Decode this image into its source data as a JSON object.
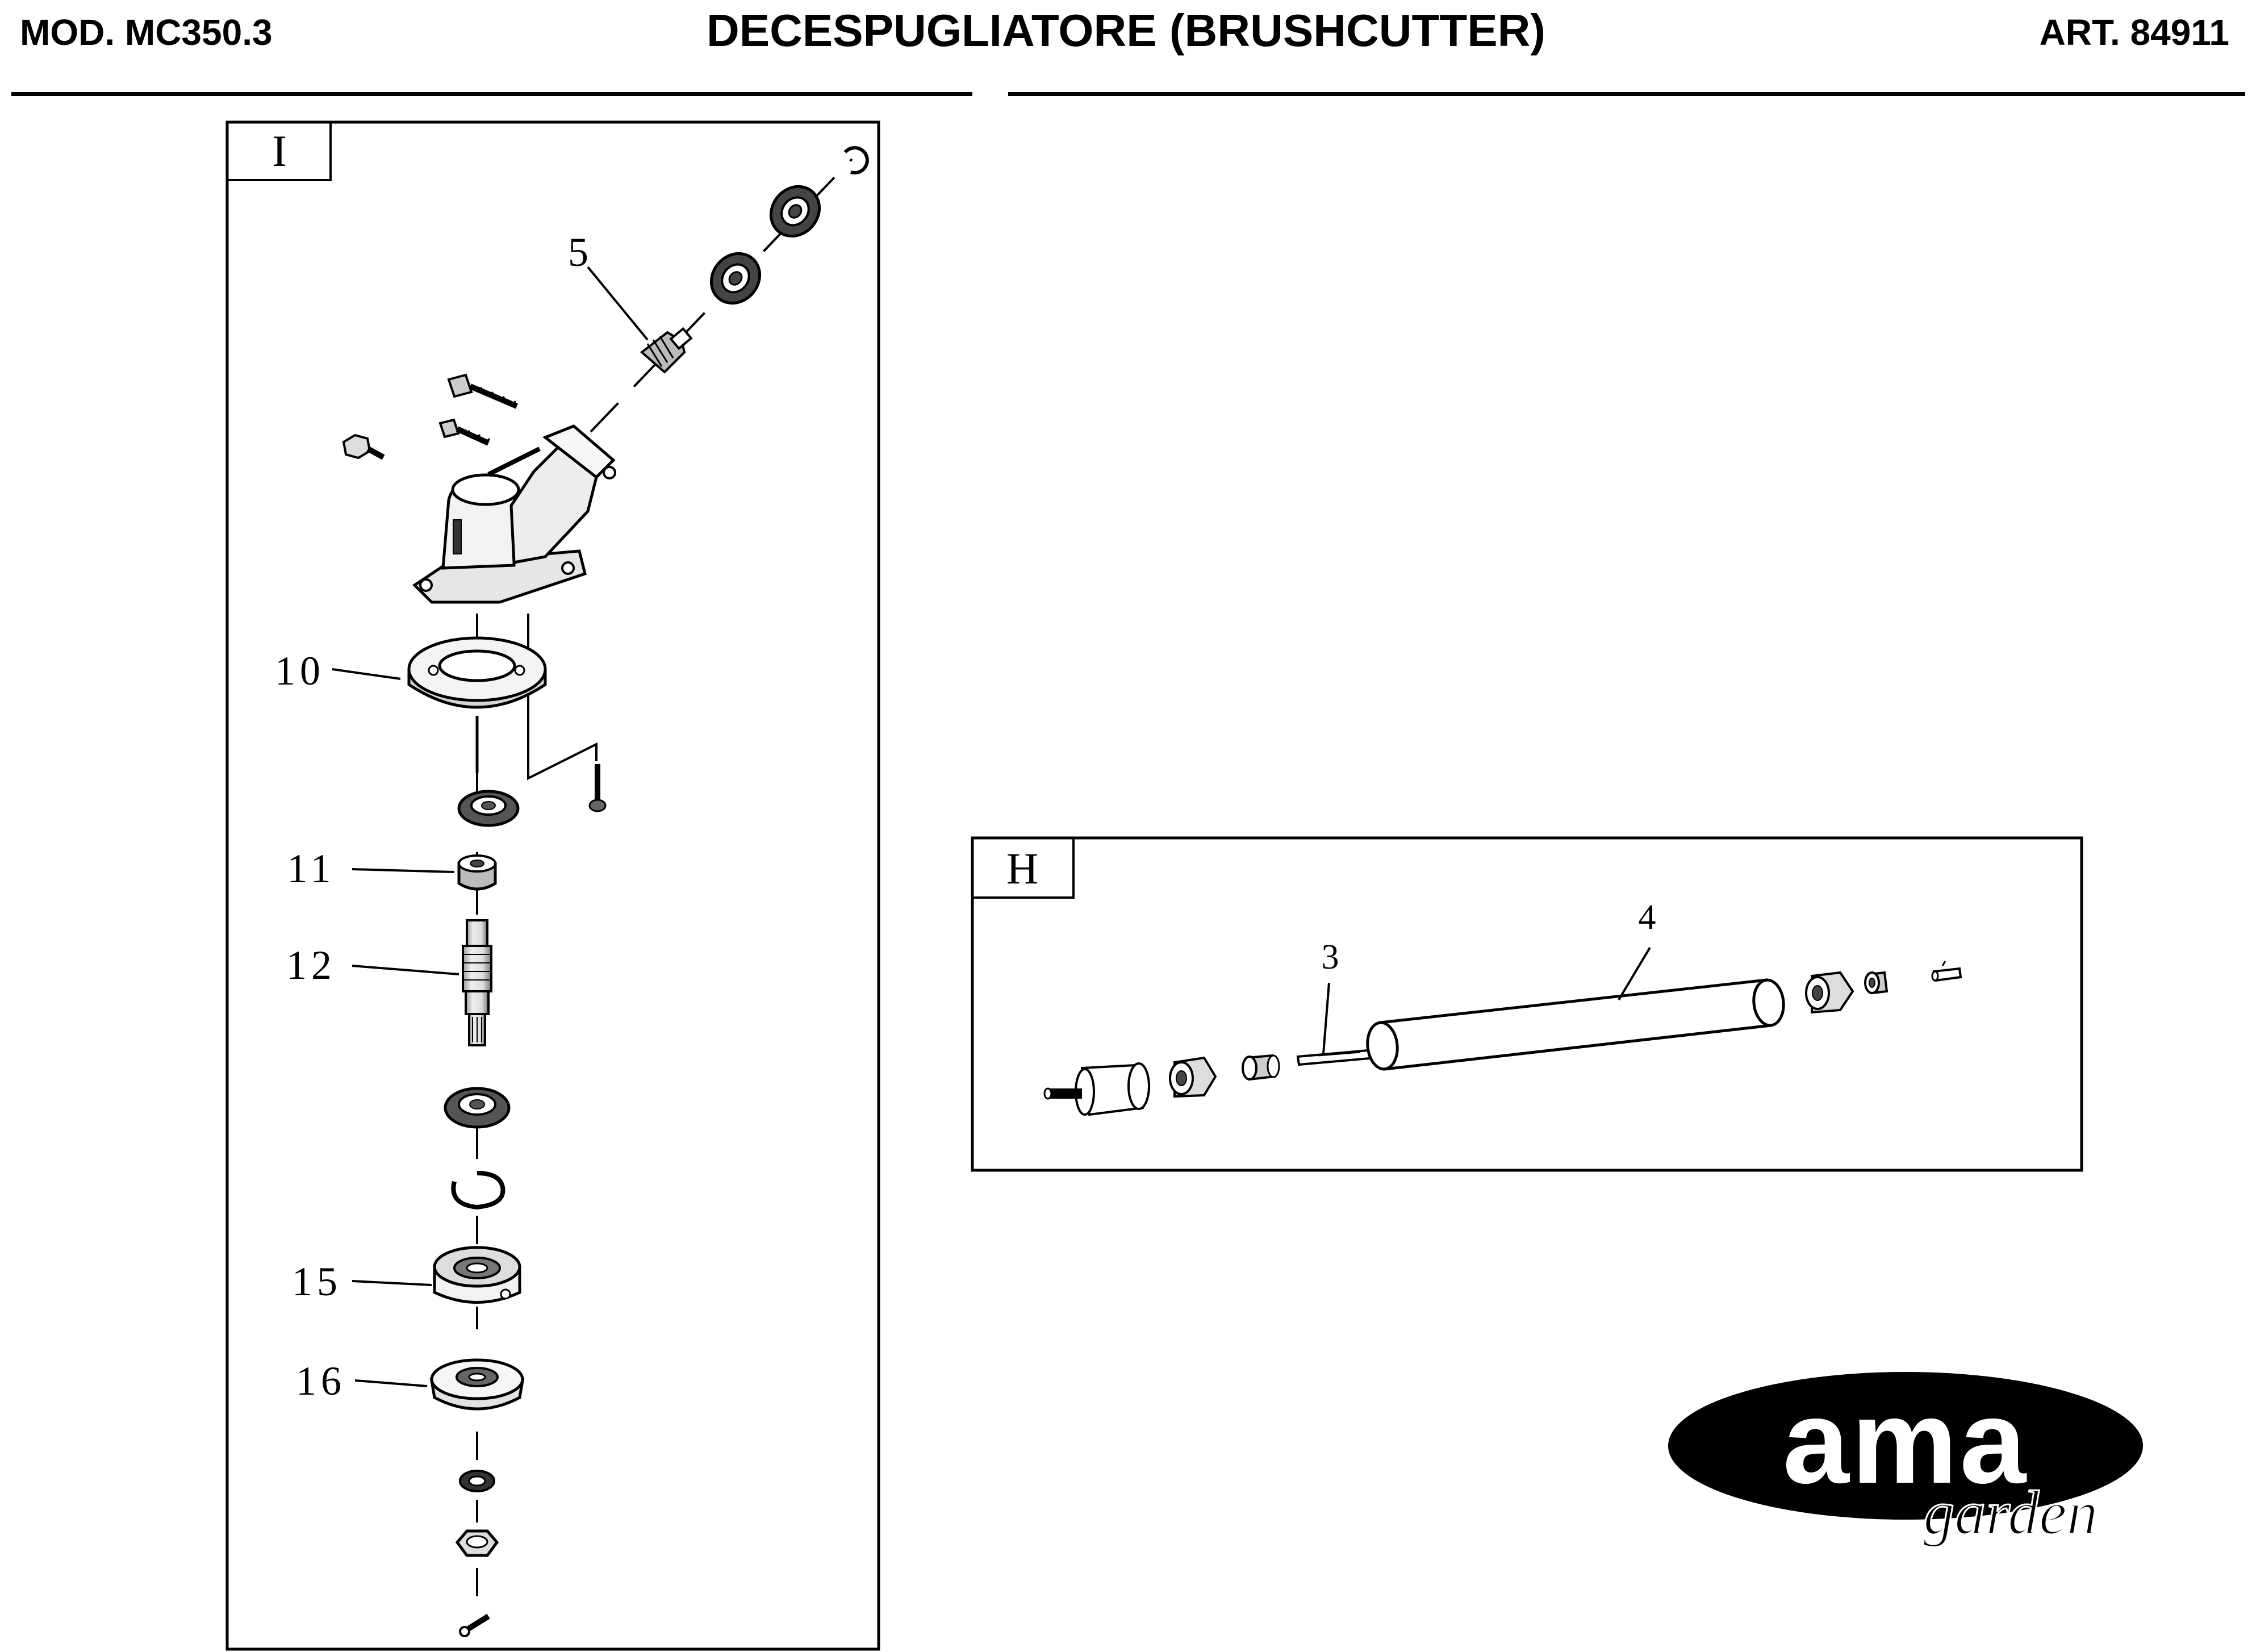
{
  "header": {
    "model": "MOD. MC350.3",
    "title": "DECESPUGLIATORE (BRUSHCUTTER)",
    "article": "ART. 84911"
  },
  "panel_i": {
    "label": "I",
    "callouts": [
      "5",
      "10",
      "11",
      "12",
      "15",
      "16"
    ]
  },
  "panel_h": {
    "label": "H",
    "callouts": [
      "3",
      "4"
    ]
  },
  "logo": {
    "brand": "ama",
    "sub": "garden"
  }
}
